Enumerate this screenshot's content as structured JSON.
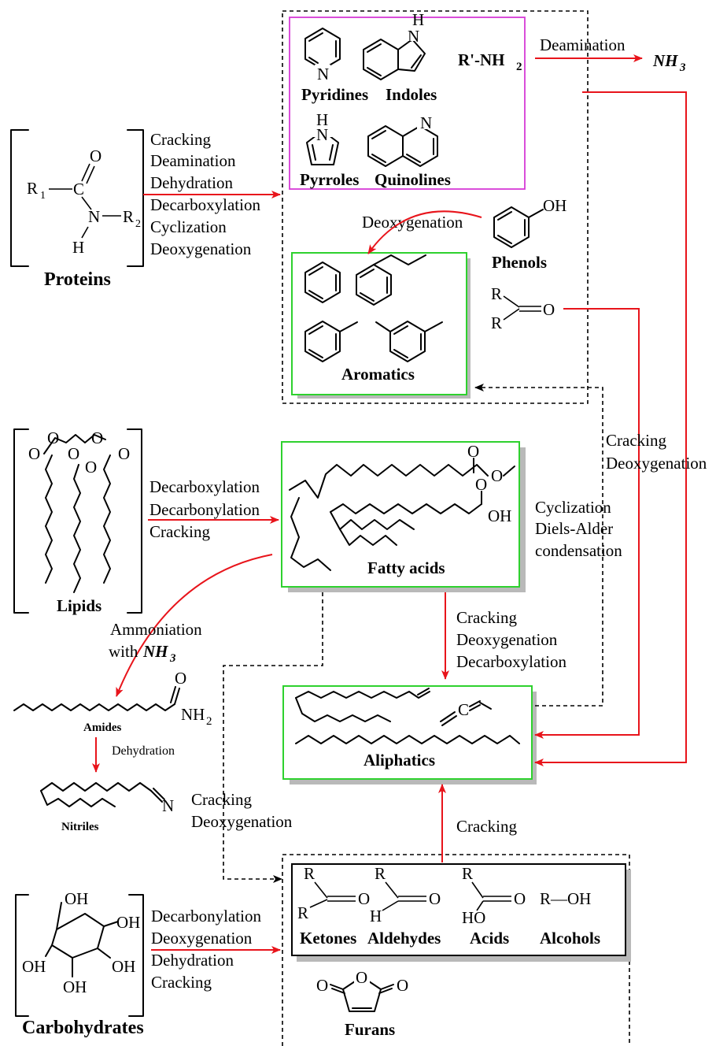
{
  "colors": {
    "arrow": "#e8141b",
    "green_box": "#2ed12e",
    "magenta_box": "#d63ad6",
    "shadow": "#b9b9b9"
  },
  "sources": {
    "proteins": {
      "name": "Proteins",
      "R1": "R",
      "R1_sub": "1",
      "R2": "R",
      "R2_sub": "2",
      "O": "O",
      "N": "N",
      "H": "H",
      "C": "C"
    },
    "lipids": {
      "name": "Lipids"
    },
    "carbohydrates": {
      "name": "Carbohydrates",
      "OH": "OH"
    }
  },
  "reactions": {
    "proteins": [
      "Cracking",
      "Deamination",
      "Dehydration",
      "Decarboxylation",
      "Cyclization",
      "Deoxygenation"
    ],
    "lipids": [
      "Decarboxylation",
      "Decarbonylation",
      "Cracking"
    ],
    "carbohydrates": [
      "Decarbonylation",
      "Deoxygenation",
      "Dehydration",
      "Cracking"
    ],
    "deamination": "Deamination",
    "deoxygenation_phenols": "Deoxygenation",
    "ketone_to_aliphatics": [
      "Cracking",
      "Deoxygenation"
    ],
    "fatty_to_aromatics": [
      "Cyclization",
      "Diels-Alder",
      "condensation"
    ],
    "fatty_to_aliphatics": [
      "Cracking",
      "Deoxygenation",
      "Decarboxylation"
    ],
    "ammoniation": [
      "Ammoniation",
      "with"
    ],
    "amide_dehydration": "Dehydration",
    "nitrile_cracking": [
      "Cracking",
      "Deoxygenation"
    ],
    "oxy_to_aliphatics": "Cracking"
  },
  "products": {
    "nh3": "NH",
    "nh3_sub": "3",
    "amine": {
      "text": "R'-NH",
      "sub": "2"
    },
    "pyridines": "Pyridines",
    "indoles": "Indoles",
    "pyrroles": "Pyrroles",
    "quinolines": "Quinolines",
    "phenols": "Phenols",
    "aromatics": "Aromatics",
    "fatty_acids": "Fatty acids",
    "amides": "Amides",
    "nitriles": "Nitriles",
    "aliphatics": "Aliphatics",
    "ketones": "Ketones",
    "aldehydes": "Aldehydes",
    "acids": "Acids",
    "alcohols": "Alcohols",
    "furans": "Furans",
    "atoms": {
      "N": "N",
      "H": "H",
      "O": "O",
      "OH": "OH",
      "R": "R",
      "C": "C",
      "HO": "HO",
      "NH2": "NH",
      "NH2_sub": "2"
    },
    "alcohol_formula": "R—OH"
  }
}
